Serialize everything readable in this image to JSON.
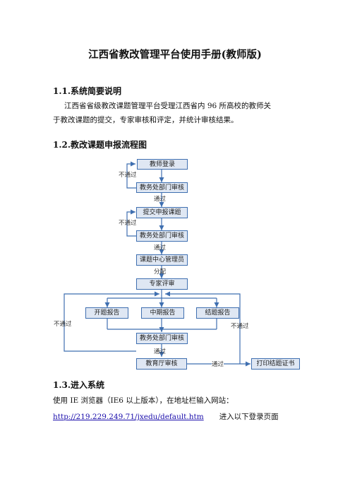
{
  "doc": {
    "title": "江西省教改管理平台使用手册(教师版)",
    "s1_heading": "1.1.系统简要说明",
    "s1_line1": "江西省省级教改课题管理平台受理江西省内  96  所高校的教师关",
    "s1_line2": "于教改课题的提交，专家审核和评定，并统计审核结果。",
    "s2_heading": "1.2.教改课题申报流程图",
    "s3_heading": "1.3.进入系统",
    "s3_line1": "使用 IE 浏览器（IE6 以上版本），在地址栏输入网站：",
    "s3_link": "http://219.229.249.71/jxedu/default.htm",
    "s3_after_link": "进入以下登录页面"
  },
  "flow": {
    "box_login": "教师登录",
    "box_review1": "教务处部门审核",
    "box_submit": "提交申报课题",
    "box_review2": "教务处部门审核",
    "box_admin": "课题中心管理员",
    "box_expert": "专家评审",
    "box_open": "开题报告",
    "box_mid": "中期报告",
    "box_final": "结题报告",
    "box_review3": "教务处部门审核",
    "box_edu": "教育厅审核",
    "box_print": "打印结题证书",
    "lbl_fail1": "不通过",
    "lbl_pass1": "通过",
    "lbl_fail2": "不通过",
    "lbl_pass2": "通过",
    "lbl_assign": "分配",
    "lbl_fail3": "不通过",
    "lbl_fail4": "不通过",
    "lbl_pass3": "通过",
    "lbl_pass4": "通过",
    "line_color": "#3f6fb0",
    "box_fill": "#dfe7f3"
  }
}
